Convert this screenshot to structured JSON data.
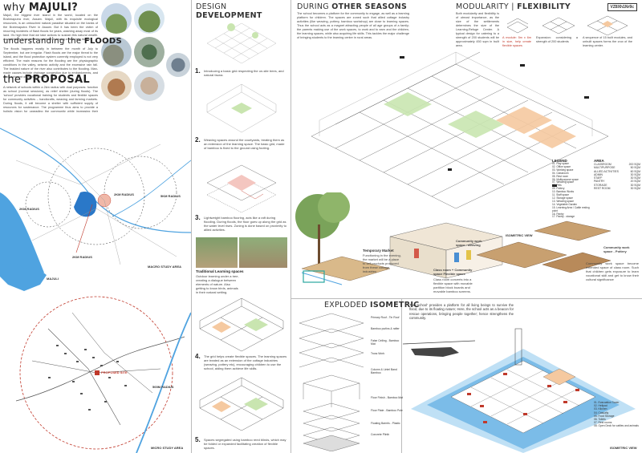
{
  "code": "VZ8Xh1Nr9c",
  "left": {
    "why_title_plain": "why ",
    "why_title_bold": "MAJULI?",
    "why_body": "Majuli, the biggest river island in the world, located on the Brahmaputra river, Assam. Majuli, with its exquisite ecological resources, is an untouched natural paradise situated on the banks of the Brahmaputra River in Assam. But it has been the victim of recurring incidents of flash floods for years, washing away most of its land. It's high time that we take actions to sustain this natural wealth. As architects how can we contribute in saving a vanishing island?",
    "floods_title_plain": "understanding the ",
    "floods_title_bold": "FLOODS",
    "floods_body": "The floods happens mostly in between the month of July to September, but are irregular. Flash floods are the major threat to the island, and the flood protection system currently employed is not very efficient. The main reasons for the flooding are the physiographic conditions in the valley, seismic activity and the excessive rain fall. The braided nature of the river also contributes to the flooding. Man-made causes include drainage congestion due to embankments, and encroachment of riverine areas.",
    "proposal_title_plain": "the ",
    "proposal_title_bold": "PROPOSAL",
    "proposal_body": "A network of schools within a 2km radius with dual purposes: function as school (normal sessions), as relief shelter (during floods). The 'school' provides vocational training for students and flexible spaces for community activities – handicrafts, weaving and farming markets. During floods, it will become a shelter with sufficient supply of resources for sustenance. The programme thus aims to provide a holistic vision for upgrading the community while increasing their disaster preparedness.",
    "macro_labels": {
      "r2km": "2KM RADIUS",
      "r5km": "5KM RADIUS",
      "r2km_b": "2KM RADIUS",
      "r2km_c": "2KM RADIUS",
      "majuli": "MAJULI",
      "macro": "MACRO STUDY AREA"
    },
    "micro_labels": {
      "site": "PROPOSED SITE",
      "r500": "500M RADIUS",
      "micro": "MICRO STUDY AREA"
    }
  },
  "development": {
    "title_plain": "DESIGN ",
    "title_bold": "DEVELOPMENT",
    "steps": [
      {
        "num": "1.",
        "text": "Introducing a basic grid respecting the on-site trees, and natural fauna."
      },
      {
        "num": "2.",
        "text": "Weaving spaces around the courtyards, treating them as an extension of the learning space. The basic grid, made of bamboo is fixed to the ground using footing."
      },
      {
        "num": "3.",
        "text": "Lightweight bamboo flooring, acts like a raft during flooding. During floods, the floor goes up along the grid as the water level rises. Zoning is done based on proximity to allied activities."
      },
      {
        "num": "4.",
        "text": "The grid helps create flexible spaces. The learning spaces are treated as an extension of the cottage industries (weaving, pottery etc), encouraging children to use the school, aiding them achieve life skills."
      },
      {
        "num": "5.",
        "text": "Spaces segregated using bamboo reed blinds, which may be folded or expanded facilitating creation of flexible spaces."
      }
    ],
    "traditional_title": "Traditional Learning spaces",
    "traditional_body": "Outdoor learning under a tree, creating a dialogue between elements of nature. Also getting to know birds, animals in their natural setting."
  },
  "seasons": {
    "title_plain": "DURING ",
    "title_bold": "OTHER SEASONS",
    "body": "The school becomes a platform for the community to engage, as well as a learning platform for children. The spaces are zoned such that allied cottage industry activities (like weaving, pottery, bamboo workshop) are close to learning spaces. Thus the school acts as a magnet attracting people of all age groups of a family; the parents making use of the work spaces, to work and to earn and the children, the learning spaces, while also acquiring life skills. This tackles the major challenge of bringing students to the learning center in rural areas."
  },
  "modularity": {
    "title_plain": "MODULARITY | ",
    "title_bold": "FLEXIBILITY",
    "body": "Both modularity and flexibility is of utmost importance, as the size of the settlements determines the size of the Learning-Refuge Center. A typical design for catering to a strength of 200 students will be approximately 450 sqm in built area.",
    "module_note": "A module: 5m x 6m in size, help create flexible spaces",
    "expansion": "Expansion: considering a strength of 200 students",
    "sequence": "A sequence of 15 built modules, and unbuilt spaces forms the crux of the learning center."
  },
  "legend": {
    "title": "LEGEND",
    "items": [
      "01. Play space",
      "02. Office space",
      "03. Working space",
      "04. Classroom",
      "05. Rest room",
      "06. Multipurpose space",
      "07. Weaving space",
      "08. Pets",
      "09. Pottery",
      "10. Bamboo Works",
      "11. Staff space",
      "12. Storage space",
      "13. Weaving space",
      "14. Vegetable Garden",
      "15. Learning Area / Cattle resting point",
      "16. Pantry",
      "17. Pantry - storage"
    ]
  },
  "area": {
    "title": "AREA",
    "rows": [
      [
        "CLASSROOM",
        "200 SQM"
      ],
      [
        "MULTIPURPOSE",
        "50 SQM"
      ],
      [
        "ALLIED ACTIVITIES",
        "60 SQM"
      ],
      [
        "ADMIN",
        "30 SQM"
      ],
      [
        "STAFF",
        "30 SQM"
      ],
      [
        "PANTRY",
        "20 SQM"
      ],
      [
        "STORAGE",
        "30 SQM"
      ],
      [
        "REST ROOM",
        "30 SQM"
      ]
    ]
  },
  "isometric": {
    "iso_view": "ISOMETRIC VIEW",
    "weaving": "Community work space - weaving",
    "pottery": "Community work space - Pottery",
    "temporary_title": "Temporary Market",
    "temporary_body": "Functioning in the evening, the market will be a place to sell products produced from these cottage industries",
    "classroom_title": "Class room + Community space Flexible space",
    "classroom_body": "Class room converts into a flexible space with movable partition block boards and movable bamboo screens.",
    "community_body": "Community work space become extended space of class room. Such that children gets exposure to learn vocational skill and get to know their cultural significance"
  },
  "exploded": {
    "title_plain": "EXPLODED ",
    "title_bold": "ISOMETRIC",
    "layers": [
      "Primary Roof - Tin Roof",
      "Bamboo purlins & rafter",
      "False Ceiling - Bamboo Mat",
      "Truss Work",
      "Column & Lintel Band Bamboo",
      "Floor Finish - Bamboo Mat",
      "Floor Plate - Bamboo Pole",
      "Floating Barrels - Plastic",
      "Concrete Plinth"
    ]
  },
  "flood": {
    "body": "The 'school' provides a platform for all living beings to survive the flood, due to its floating nature; Here, the school acts as a beacon for rescue operations, bringing people together; hence strengthens the community.",
    "legend_items": [
      "01. Evacuation Tower",
      "02. Helipad",
      "03. Kitchen",
      "04. Casualty",
      "05. Food Storage",
      "06. Toilets",
      "07. Rest rooms",
      "08. Open Deck for cattles and animals"
    ],
    "iso_view": "ISOMETRIC VIEW"
  },
  "colors": {
    "water": "#4fa3e0",
    "water_light": "#bfe0f5",
    "red": "#c0392b",
    "green": "#b8e08a",
    "orange": "#f5c9a0",
    "grey_line": "#777777"
  }
}
